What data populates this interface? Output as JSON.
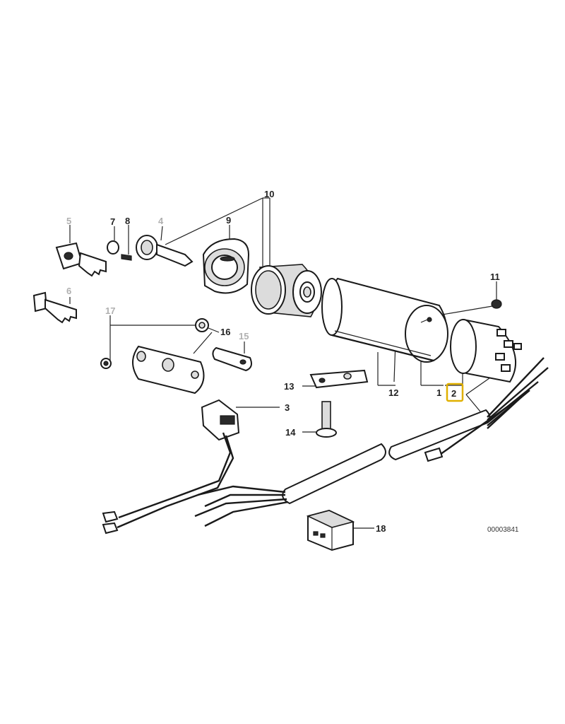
{
  "diagram": {
    "catalog_number": "00003841",
    "highlight_color": "#e0b000",
    "callouts": {
      "c1": "1",
      "c2": "2",
      "c3": "3",
      "c4": "4",
      "c5": "5",
      "c6": "6",
      "c7": "7",
      "c8": "8",
      "c9": "9",
      "c10": "10",
      "c11": "11",
      "c12": "12",
      "c13": "13",
      "c14": "14",
      "c15": "15",
      "c16": "16",
      "c17": "17",
      "c18": "18"
    },
    "parts": {
      "key-1": "key-icon",
      "key-2": "key-icon",
      "cap": "cap-icon",
      "screw": "screw-icon",
      "lock-cylinder": "cylinder-icon",
      "bezel": "bezel-icon",
      "housing": "housing-icon",
      "tube": "tube-icon",
      "switch": "switch-icon",
      "bracket": "bracket-icon",
      "bolt": "bolt-icon",
      "connector": "connector-icon",
      "plate": "plate-icon",
      "strip": "strip-icon",
      "harness": "harness-icon",
      "plug": "plug-icon"
    }
  }
}
